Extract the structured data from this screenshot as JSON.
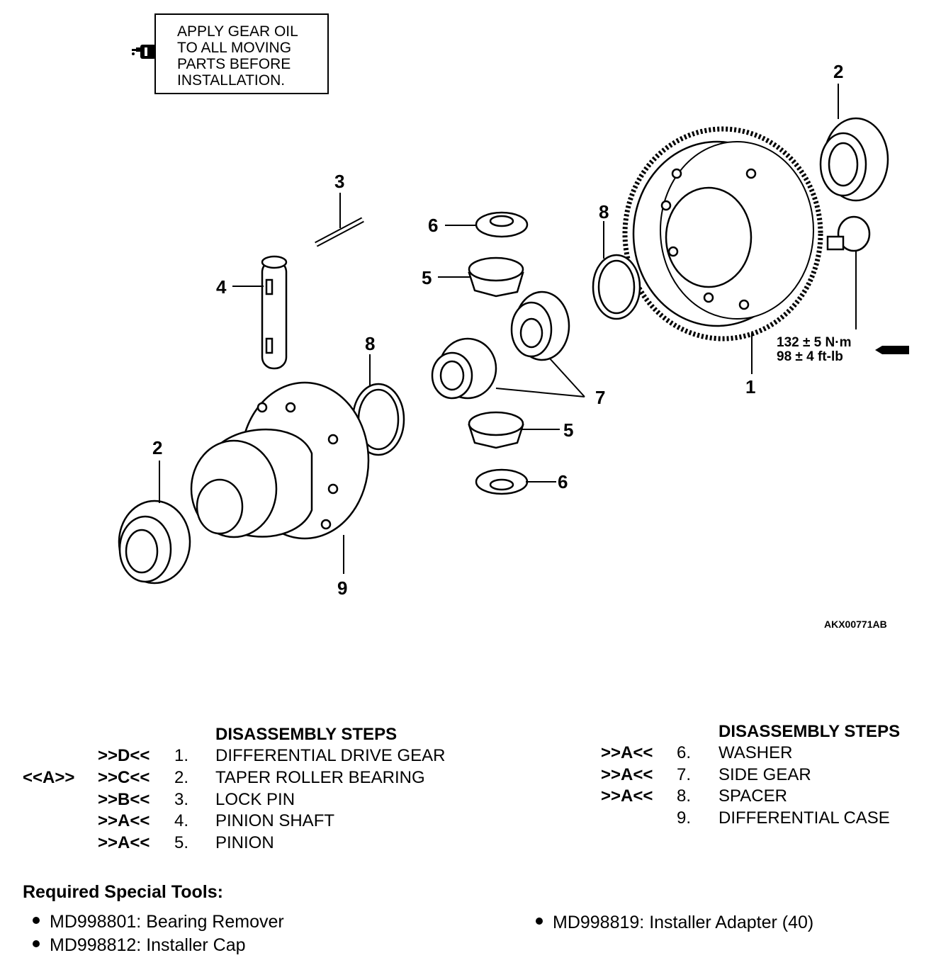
{
  "note": {
    "lines": [
      "APPLY GEAR OIL",
      "TO ALL MOVING",
      "PARTS BEFORE",
      "INSTALLATION."
    ],
    "icon": "oil-can-icon"
  },
  "callouts": {
    "c1": "1",
    "c2a": "2",
    "c2b": "2",
    "c3": "3",
    "c4": "4",
    "c5a": "5",
    "c5b": "5",
    "c6a": "6",
    "c6b": "6",
    "c7": "7",
    "c8a": "8",
    "c8b": "8",
    "c9": "9"
  },
  "torque": {
    "metric": "132 ± 5 N·m",
    "imperial": "98 ± 4 ft-lb",
    "icon": "torque-wrench-icon"
  },
  "figure_id": "AKX00771AB",
  "steps_left": {
    "title": "DISASSEMBLY STEPS",
    "rows": [
      {
        "install": "",
        "remove": ">>D<<",
        "num": "1.",
        "label": "DIFFERENTIAL DRIVE GEAR"
      },
      {
        "install": "<<A>>",
        "remove": ">>C<<",
        "num": "2.",
        "label": "TAPER ROLLER BEARING"
      },
      {
        "install": "",
        "remove": ">>B<<",
        "num": "3.",
        "label": "LOCK PIN"
      },
      {
        "install": "",
        "remove": ">>A<<",
        "num": "4.",
        "label": "PINION SHAFT"
      },
      {
        "install": "",
        "remove": ">>A<<",
        "num": "5.",
        "label": "PINION"
      }
    ]
  },
  "steps_right": {
    "title": "DISASSEMBLY STEPS",
    "rows": [
      {
        "remove": ">>A<<",
        "num": "6.",
        "label": "WASHER"
      },
      {
        "remove": ">>A<<",
        "num": "7.",
        "label": "SIDE GEAR"
      },
      {
        "remove": ">>A<<",
        "num": "8.",
        "label": "SPACER"
      },
      {
        "remove": "",
        "num": "9.",
        "label": "DIFFERENTIAL CASE"
      }
    ]
  },
  "tools": {
    "title": "Required Special Tools:",
    "items": [
      "MD998801: Bearing Remover",
      "MD998812: Installer Cap",
      "MD998819: Installer Adapter (40)"
    ]
  }
}
